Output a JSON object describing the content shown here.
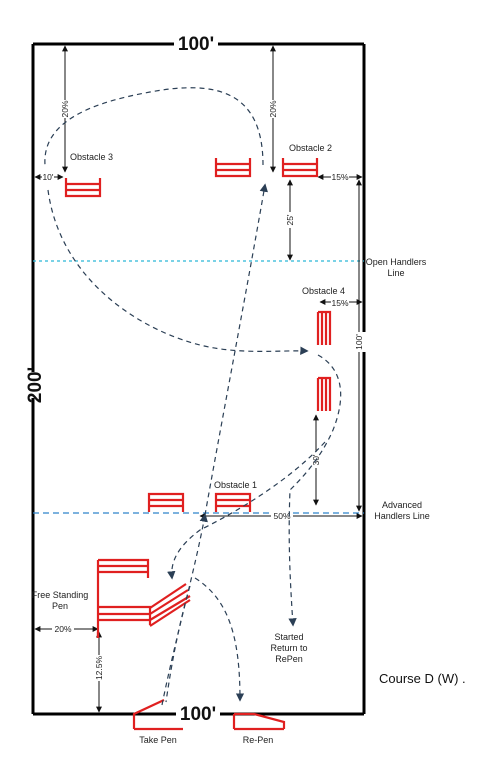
{
  "dimensions": {
    "top": "100'",
    "bottom": "100'",
    "left": "200'",
    "right_inner": "100'"
  },
  "obstacles": {
    "o1": "Obstacle 1",
    "o2": "Obstacle 2",
    "o3": "Obstacle 3",
    "o4": "Obstacle 4"
  },
  "measurements": {
    "top_left_20": "20%",
    "top_right_20": "20%",
    "left_10": "10'",
    "right_15_top": "15%",
    "right_15_mid": "15%",
    "v_25": "25'",
    "v_30": "30'",
    "h_50": "50%",
    "left_20_pen": "20%",
    "v_125": "12.5%"
  },
  "lines": {
    "open": "Open Handlers\nLine",
    "advanced": "Advanced\nHandlers Line"
  },
  "pens": {
    "free_standing": "Free Standing\nPen",
    "take": "Take Pen",
    "repen": "Re-Pen",
    "started_return": "Started\nReturn to\nRePen"
  },
  "course": "Course D  (W)  .",
  "colors": {
    "obstacle": "#e02020",
    "path": "#2b3f55",
    "open_line": "#2ab6d6",
    "advanced_line": "#2d83c9"
  }
}
